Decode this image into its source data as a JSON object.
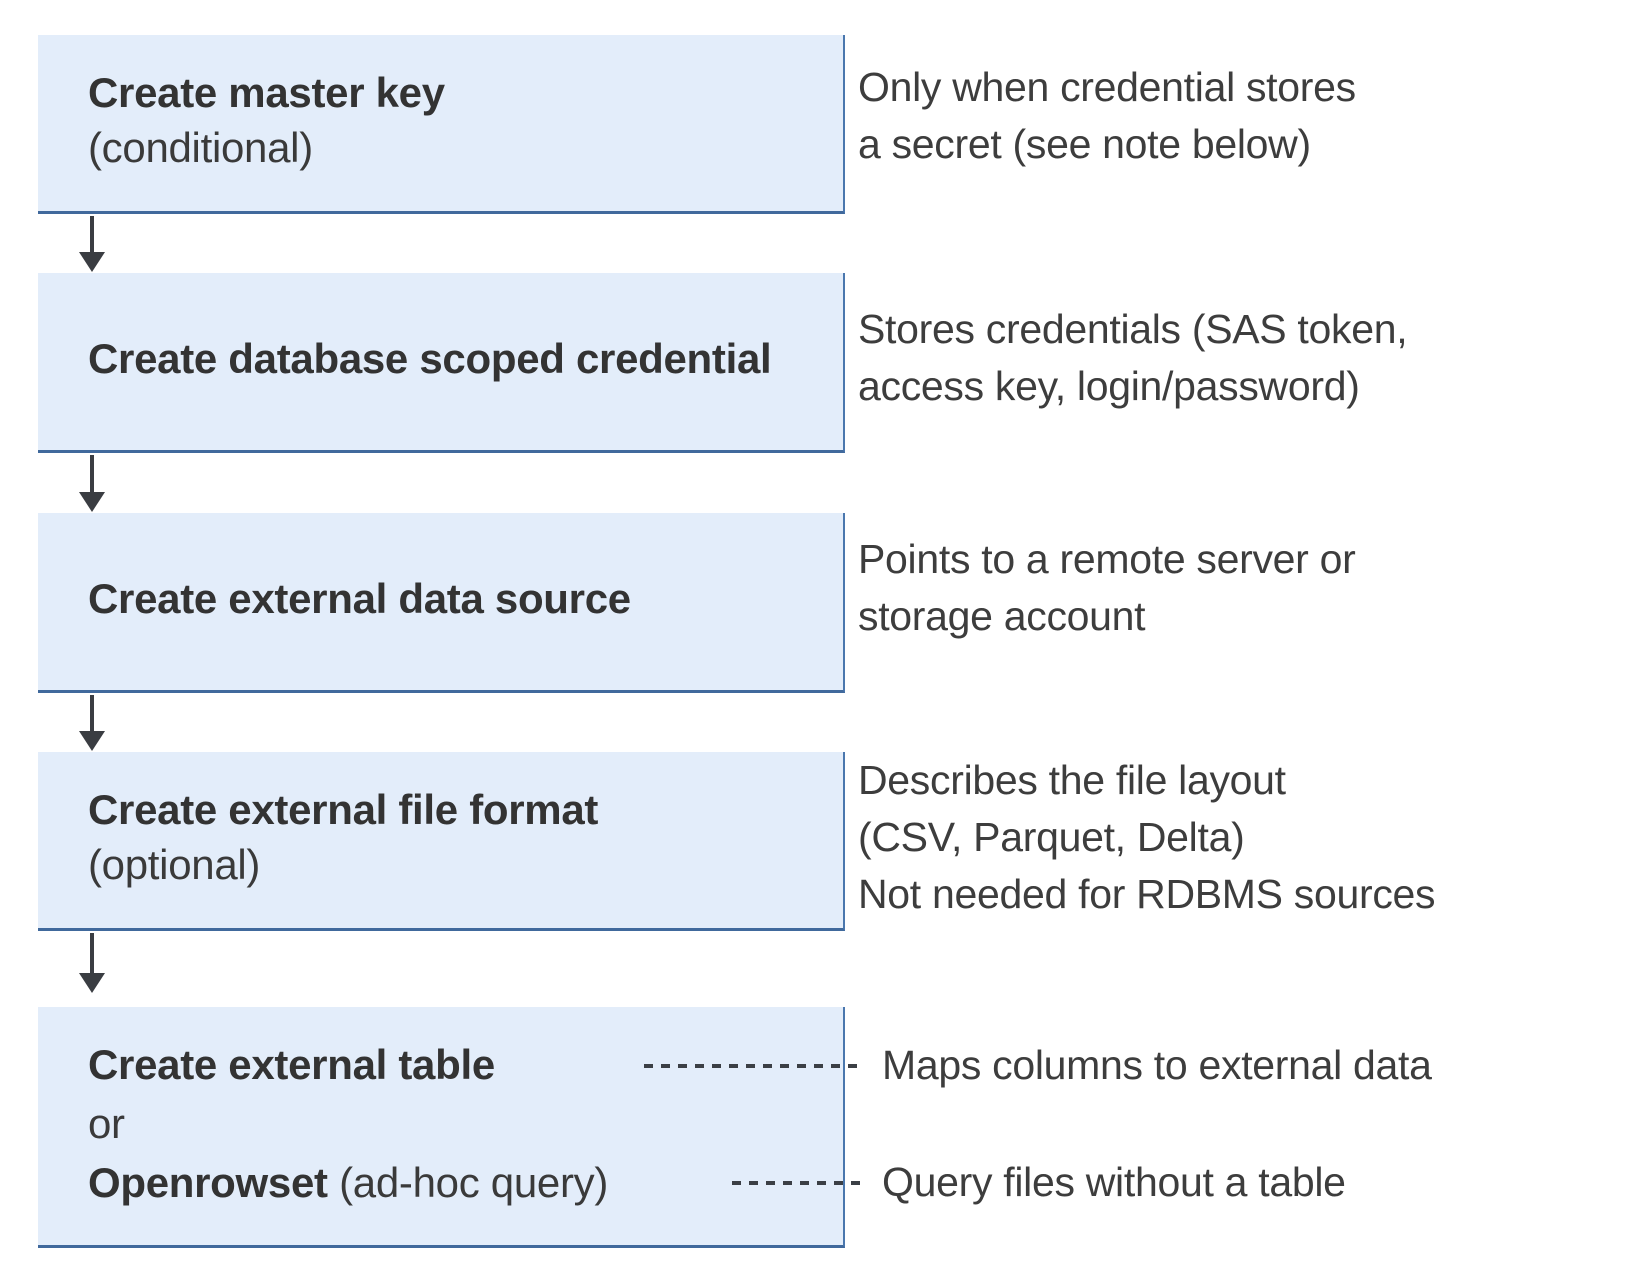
{
  "colors": {
    "background": "#ffffff",
    "box_fill": "#e3edfa",
    "box_border": "#4a77ae",
    "box_border_bottom": "#40699c",
    "arrow": "#3a3d42",
    "dash": "#3b3f45",
    "title_text": "#333333",
    "note_text": "#3d3d3d"
  },
  "steps": [
    {
      "title": "Create master key",
      "subtitle": "(conditional)",
      "note_lines": [
        "Only when credential stores",
        "a secret (see note below)"
      ]
    },
    {
      "title": "Create database scoped credential",
      "note_lines": [
        "Stores credentials (SAS token,",
        "access key, login/password)"
      ]
    },
    {
      "title": "Create external data source",
      "note_lines": [
        "Points to a remote server or",
        "storage account"
      ]
    },
    {
      "title": "Create external file format",
      "subtitle": "(optional)",
      "note_lines": [
        "Describes the file layout",
        "(CSV, Parquet, Delta)",
        "Not needed for RDBMS sources"
      ]
    }
  ],
  "final_step": {
    "line1_bold": "Create external table",
    "line2": "or",
    "line3_bold": "Openrowset",
    "line3_regular": " (ad-hoc query)",
    "annotation1": "Maps columns to external data",
    "annotation2": "Query files without a table"
  }
}
